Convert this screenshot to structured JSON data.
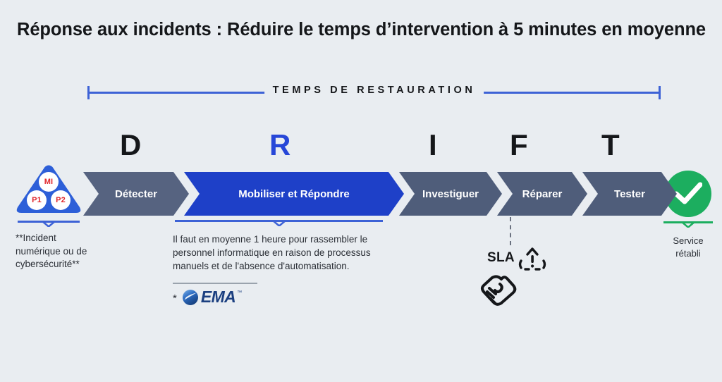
{
  "page": {
    "title": "Réponse aux incidents : Réduire le temps d’intervention à 5 minutes en moyenne",
    "background_color": "#e9edf1"
  },
  "restoration_bracket": {
    "label": "TEMPS DE RESTAURATION",
    "color": "#3d62d6"
  },
  "acronym": {
    "letters": [
      {
        "char": "D",
        "accent": false
      },
      {
        "char": "R",
        "accent": true
      },
      {
        "char": "I",
        "accent": false
      },
      {
        "char": "F",
        "accent": false
      },
      {
        "char": "T",
        "accent": false
      }
    ],
    "accent_color": "#2747d8",
    "default_color": "#15171a"
  },
  "incident_badge": {
    "icon": "warning-triangle-icon",
    "triangle_color": "#2d5fd8",
    "priorities": [
      {
        "code": "MI"
      },
      {
        "code": "P1"
      },
      {
        "code": "P2"
      }
    ],
    "priority_text_color": "#e0272c",
    "caption": "**Incident numérique ou de cybersécurité**"
  },
  "stages": [
    {
      "label": "Détecter",
      "highlight": false,
      "color": "#566380"
    },
    {
      "label": "Mobiliser et Répondre",
      "highlight": true,
      "color": "#1e40c8"
    },
    {
      "label": "Investiguer",
      "highlight": false,
      "color": "#4f5d7a"
    },
    {
      "label": "Réparer",
      "highlight": false,
      "color": "#4f5d7a"
    },
    {
      "label": "Tester",
      "highlight": false,
      "color": "#4f5d7a"
    }
  ],
  "mobilise_note": {
    "text": "Il faut en moyenne 1 heure pour rassembler le personnel informatique en raison de processus manuels et de l'absence d'automatisation.",
    "source_marker": "*",
    "source_logo": "ema-logo",
    "source_name": "EMA",
    "trademark": "™"
  },
  "sla": {
    "label": "SLA",
    "alert_icon": "warning-alert-icon",
    "handshake_icon": "handshake-icon"
  },
  "service_restored": {
    "icon": "check-circle-icon",
    "icon_color": "#1cae5f",
    "caption_line1": "Service",
    "caption_line2": "rétabli"
  }
}
